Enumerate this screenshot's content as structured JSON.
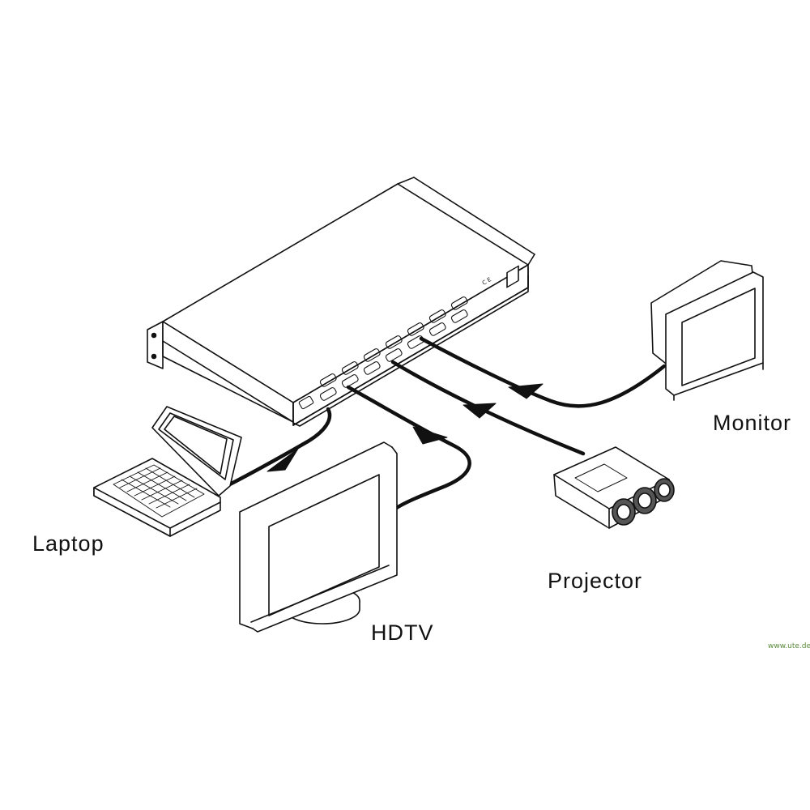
{
  "devices": {
    "laptop": "Laptop",
    "hdtv": "HDTV",
    "projector": "Projector",
    "monitor": "Monitor"
  },
  "watermark": "www.ute.de",
  "colors": {
    "ink": "#111111",
    "cable": "#111111",
    "background": "#ffffff",
    "watermark": "#5a8a3c"
  }
}
